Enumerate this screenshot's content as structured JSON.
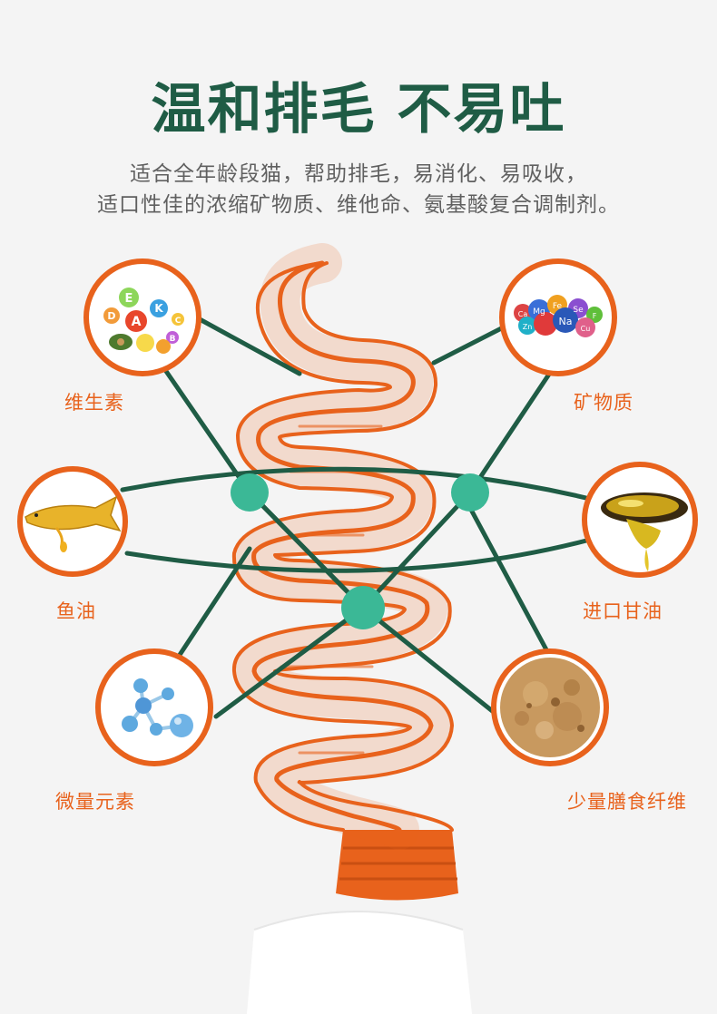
{
  "headline": "温和排毛 不易吐",
  "description": {
    "line1": "适合全年龄段猫，帮助排毛，易消化、易吸收，",
    "line2": "适口性佳的浓缩矿物质、维他命、氨基酸复合调制剂。"
  },
  "ingredients": [
    {
      "label": "维生素",
      "icon": "vitamins-icon"
    },
    {
      "label": "矿物质",
      "icon": "minerals-icon"
    },
    {
      "label": "鱼油",
      "icon": "fish-oil-icon"
    },
    {
      "label": "进口甘油",
      "icon": "glycerin-icon"
    },
    {
      "label": "微量元素",
      "icon": "trace-elements-icon"
    },
    {
      "label": "少量膳食纤维",
      "icon": "dietary-fiber-icon"
    }
  ],
  "vitamin_letters": [
    "E",
    "D",
    "A",
    "K",
    "C",
    "B"
  ],
  "mineral_symbols": [
    "Ca",
    "Mg",
    "Fe",
    "Se",
    "Na",
    "Zn",
    "Cu",
    "F"
  ],
  "colors": {
    "title_green": "#1f5c45",
    "line_green": "#1f5c45",
    "node_teal": "#3bb896",
    "accent_orange": "#e8621c",
    "background": "#f4f4f4"
  }
}
